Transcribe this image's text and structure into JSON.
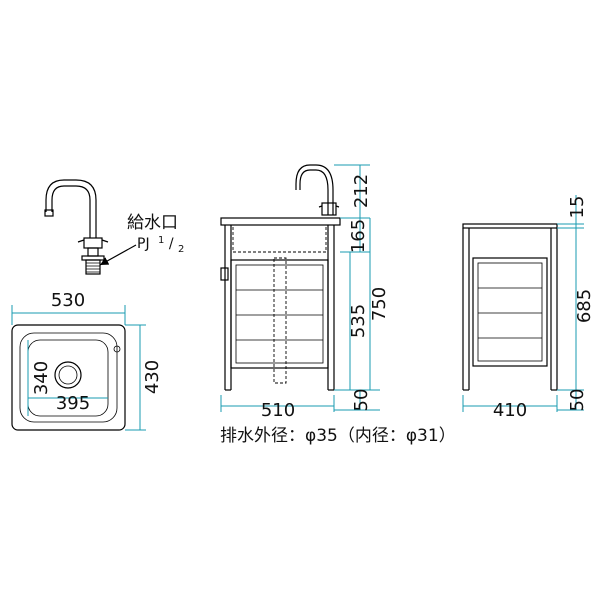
{
  "faucet_label": "給水口",
  "faucet_thread_prefix": "PJ",
  "faucet_thread_num": "1",
  "faucet_thread_den": "2",
  "top_view": {
    "width": "530",
    "depth": "430",
    "bowl_depth": "340",
    "bowl_width": "395"
  },
  "front_view": {
    "faucet_height": "212",
    "bowl_height": "165",
    "cabinet_height": "535",
    "total_height": "750",
    "leg_height": "50",
    "width": "510"
  },
  "side_view": {
    "top_thickness": "15",
    "height": "685",
    "leg_height": "50",
    "depth": "410"
  },
  "drain_note": "排水外径：φ35（内径：φ31）"
}
